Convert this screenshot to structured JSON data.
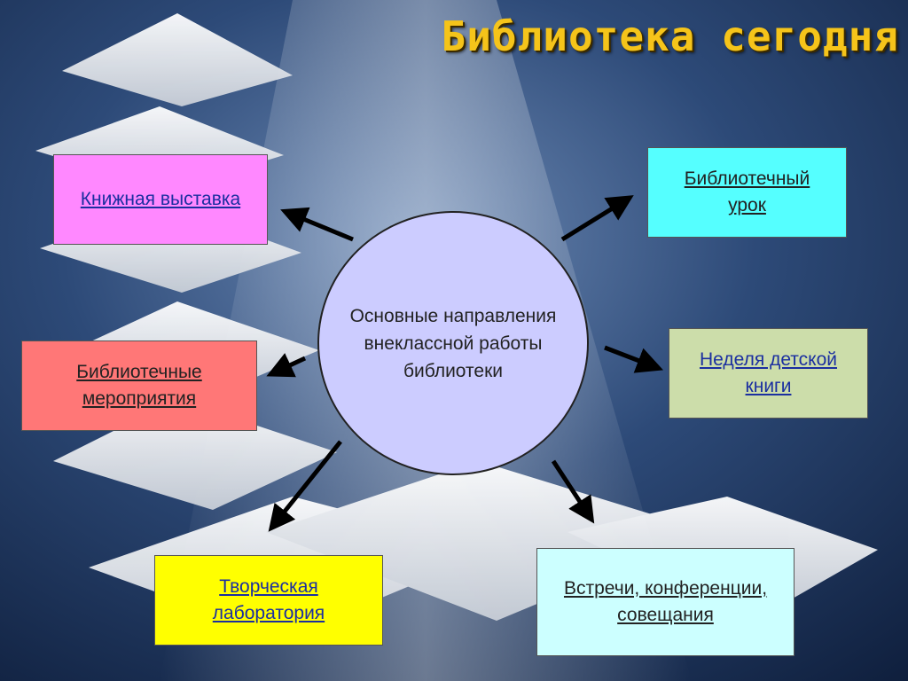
{
  "title": "Библиотека сегодня",
  "center": {
    "text": "Основные направления внеклассной работы библиотеки"
  },
  "boxes": {
    "exhibition": {
      "label": "Книжная выставка",
      "color": "#ff88ff"
    },
    "lesson": {
      "line1": "Библиотечный",
      "line2": "урок",
      "color": "#55ffff"
    },
    "events": {
      "line1": "Библиотечные",
      "line2": "мероприятия",
      "color": "#ff7777"
    },
    "week": {
      "line1": "Неделя детской",
      "line2": "книги",
      "color": "#ccddaa"
    },
    "creative": {
      "line1": "Творческая",
      "line2": "лаборатория",
      "color": "#ffff00"
    },
    "meetings": {
      "line1": "Встречи, конференции,",
      "line2": "совещания",
      "color": "#ccffff"
    }
  }
}
